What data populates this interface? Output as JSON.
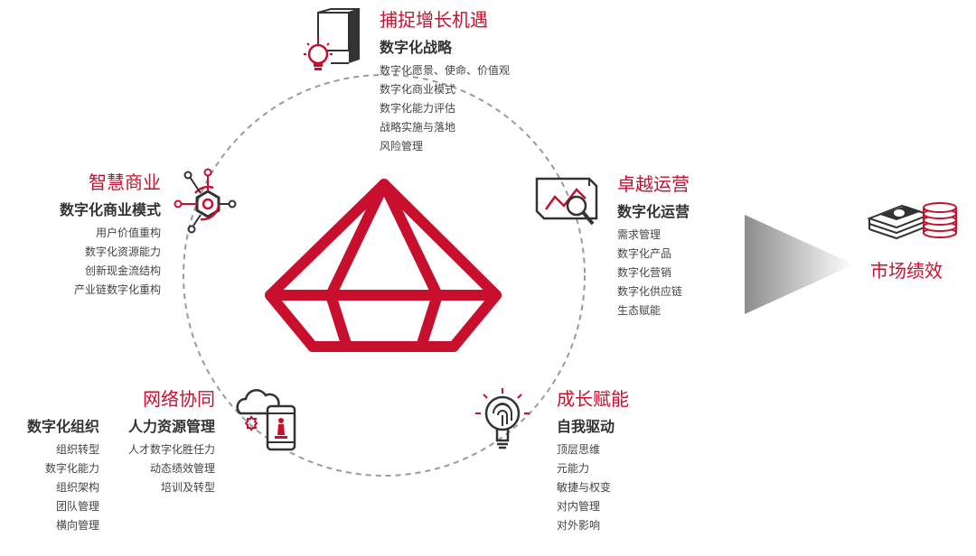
{
  "colors": {
    "accent": "#c8102e",
    "dark": "#333333",
    "arrow_gray": "#9a9a9a",
    "ring": "#999999"
  },
  "sections": {
    "top": {
      "title": "捕捉增长机遇",
      "subtitle": "数字化战略",
      "items": [
        "数字化愿景、使命、价值观",
        "数字化商业模式",
        "数字化能力评估",
        "战略实施与落地",
        "风险管理"
      ],
      "icon": "lightbulb-book-icon"
    },
    "left": {
      "title": "智慧商业",
      "subtitle": "数字化商业模式",
      "items": [
        "用户价值重构",
        "数字化资源能力",
        "创新现金流结构",
        "产业链数字化重构"
      ],
      "icon": "network-hexagon-icon"
    },
    "right": {
      "title": "卓越运营",
      "subtitle": "数字化运营",
      "items": [
        "需求管理",
        "数字化产品",
        "数字化营销",
        "数字化供应链",
        "生态赋能"
      ],
      "icon": "chart-magnifier-icon"
    },
    "bottom_left": {
      "title": "网络协同",
      "subtitle_a": "数字化组织",
      "items_a": [
        "组织转型",
        "数字化能力",
        "组织架构",
        "团队管理",
        "横向管理"
      ],
      "subtitle_b": "人力资源管理",
      "items_b": [
        "人才数字化胜任力",
        "动态绩效管理",
        "培训及转型"
      ],
      "icon": "cloud-phone-chess-icon"
    },
    "bottom_right": {
      "title": "成长赋能",
      "subtitle": "自我驱动",
      "items": [
        "顶层思维",
        "元能力",
        "敏捷与权变",
        "对内管理",
        "对外影响"
      ],
      "icon": "fingerprint-bulb-icon"
    }
  },
  "result": {
    "label": "市场绩效",
    "icon": "money-coins-icon"
  }
}
